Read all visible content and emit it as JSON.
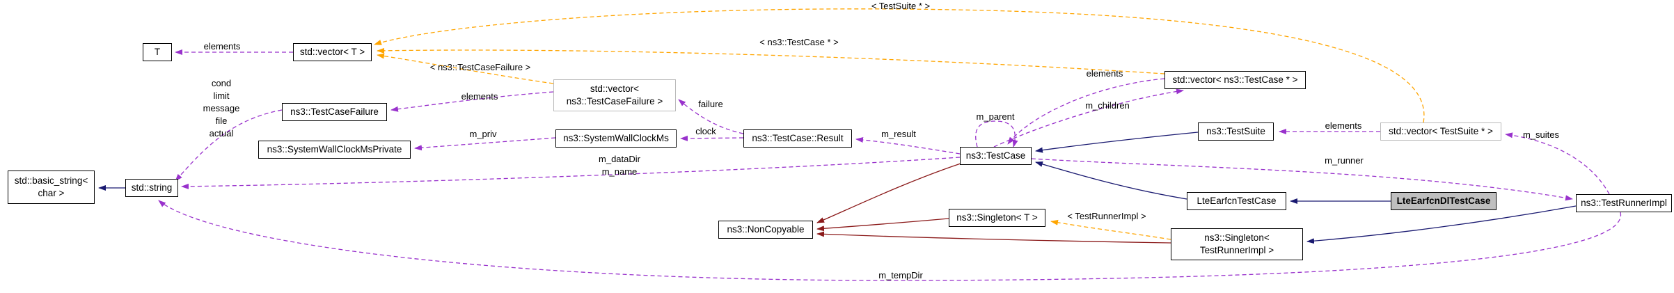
{
  "diagram": {
    "nodes": {
      "t": {
        "label": "T"
      },
      "vector_t": {
        "label": "std::vector< T >"
      },
      "basic_string": {
        "label": "std::basic_string< char >"
      },
      "string": {
        "label": "std::string"
      },
      "test_case_failure": {
        "label": "ns3::TestCaseFailure"
      },
      "system_wall_clock_ms_private": {
        "label": "ns3::SystemWallClockMsPrivate"
      },
      "vector_test_case_failure": {
        "label": "std::vector< ns3::TestCaseFailure >"
      },
      "system_wall_clock_ms": {
        "label": "ns3::SystemWallClockMs"
      },
      "test_case_result": {
        "label": "ns3::TestCase::Result"
      },
      "test_case": {
        "label": "ns3::TestCase"
      },
      "vector_test_case_ptr": {
        "label": "std::vector< ns3::TestCase * >"
      },
      "test_suite": {
        "label": "ns3::TestSuite"
      },
      "vector_test_suite_ptr": {
        "label": "std::vector< TestSuite * >"
      },
      "lte_earfcn_test_case": {
        "label": "LteEarfcnTestCase"
      },
      "lte_earfcn_dl_test_case": {
        "label": "LteEarfcnDlTestCase"
      },
      "test_runner_impl": {
        "label": "ns3::TestRunnerImpl"
      },
      "non_copyable": {
        "label": "ns3::NonCopyable"
      },
      "singleton_t": {
        "label": "ns3::Singleton< T >"
      },
      "singleton_test_runner_impl": {
        "label": "ns3::Singleton< TestRunnerImpl >"
      }
    },
    "edge_labels": {
      "vector_t_elements": "elements",
      "template_test_suite_ptr": "< TestSuite * >",
      "template_test_case_ptr": "< ns3::TestCase * >",
      "template_test_case_failure": "< ns3::TestCaseFailure >",
      "failure_members": "cond\nlimit\nmessage\nfile\nactual",
      "vector_tcf_elements": "elements",
      "failure": "failure",
      "clock": "clock",
      "m_priv": "m_priv",
      "m_result": "m_result",
      "m_parent": "m_parent",
      "vector_tc_elements": "elements",
      "m_children": "m_children",
      "vector_ts_elements": "elements",
      "m_suites": "m_suites",
      "test_case_string_members": "m_dataDir\nm_name",
      "m_runner": "m_runner",
      "template_test_runner_impl": "< TestRunnerImpl >",
      "m_tempDir": "m_tempDir"
    }
  }
}
